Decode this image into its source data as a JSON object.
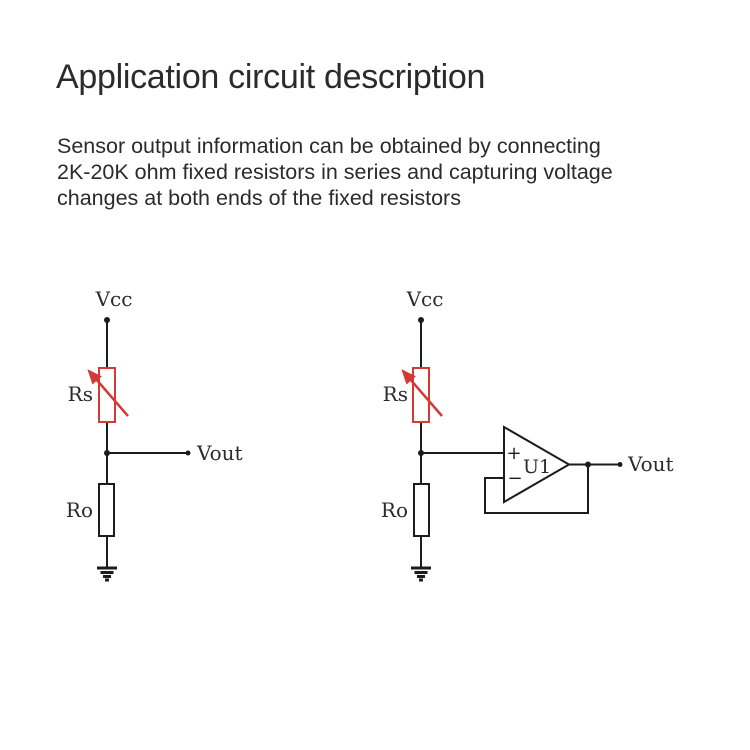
{
  "page": {
    "title": "Application circuit description",
    "description_lines": [
      "Sensor output information can be obtained by connecting",
      "2K-20K ohm fixed resistors in series and capturing voltage",
      "changes at both ends of the fixed resistors"
    ]
  },
  "colors": {
    "wire": "#1c1c1c",
    "accent_red": "#d43a35",
    "text": "#2b2b2b"
  },
  "circuit_left": {
    "vcc": "Vcc",
    "rs": "Rs",
    "ro": "Ro",
    "vout": "Vout"
  },
  "circuit_right": {
    "vcc": "Vcc",
    "rs": "Rs",
    "ro": "Ro",
    "vout": "Vout",
    "opamp": "U1",
    "plus": "+",
    "minus": "−"
  }
}
